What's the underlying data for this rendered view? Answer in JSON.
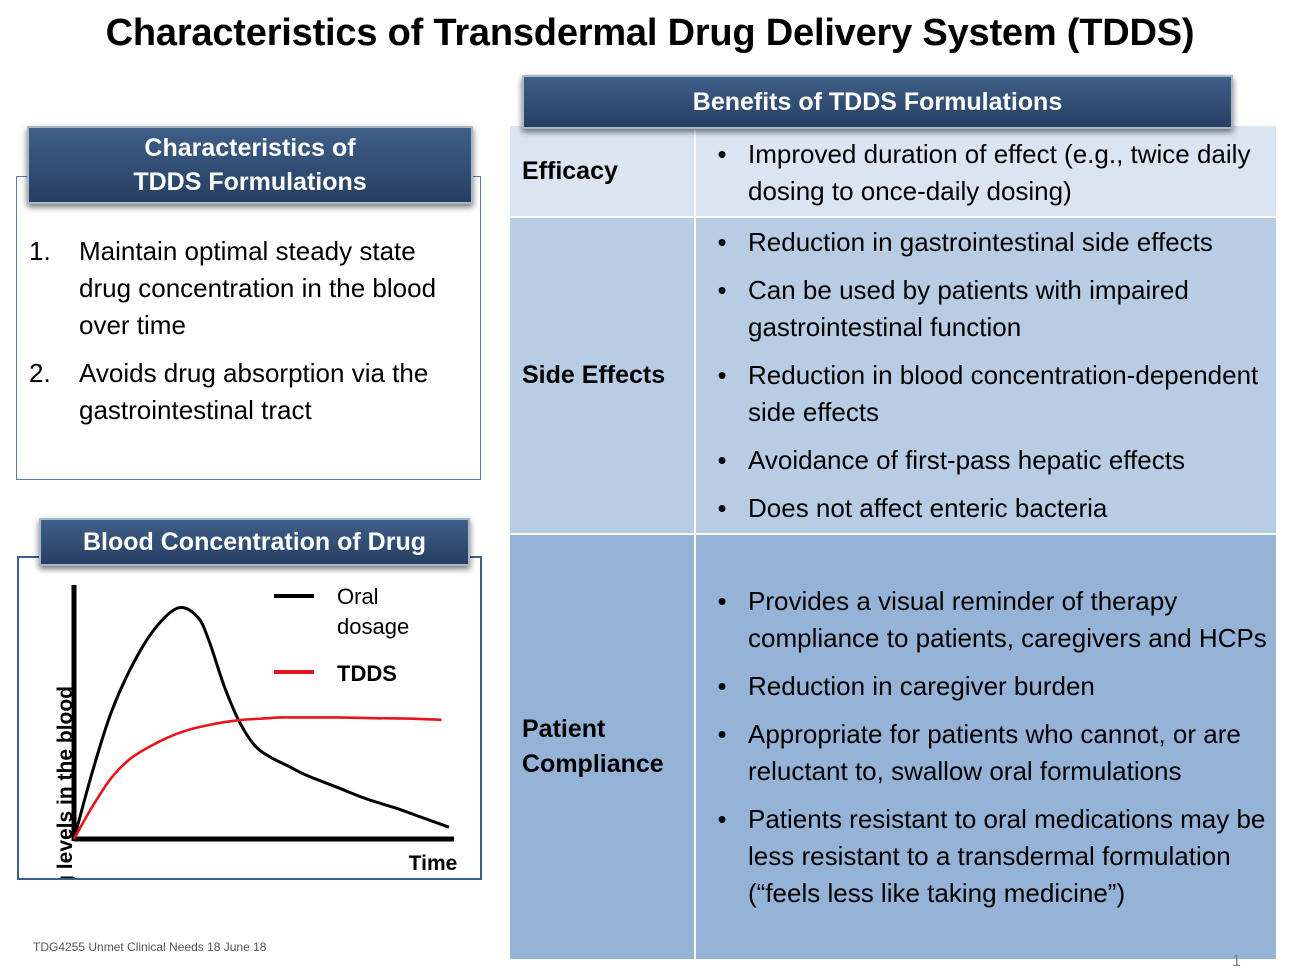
{
  "title": "Characteristics of Transdermal Drug Delivery System (TDDS)",
  "characteristics": {
    "heading_line1": "Characteristics of",
    "heading_line2": "TDDS Formulations",
    "items": [
      {
        "num": "1.",
        "text": "Maintain optimal steady state drug concentration in the blood over time"
      },
      {
        "num": "2.",
        "text": "Avoids drug absorption via the gastrointestinal tract"
      }
    ]
  },
  "chart": {
    "heading": "Blood Concentration of Drug",
    "ylabel": "Drug levels in the blood",
    "xlabel": "Time",
    "legend": [
      {
        "label_line1": "Oral",
        "label_line2": "dosage",
        "color": "#000000"
      },
      {
        "label_line1": "TDDS",
        "label_line2": "",
        "color": "#e8141b"
      }
    ]
  },
  "chart_data": {
    "type": "line",
    "title": "Blood Concentration of Drug",
    "xlabel": "Time",
    "ylabel": "Drug levels in the blood",
    "xlim": [
      0,
      100
    ],
    "ylim": [
      0,
      100
    ],
    "grid": false,
    "legend_position": "top-right",
    "series": [
      {
        "name": "Oral dosage",
        "color": "#000000",
        "x": [
          0,
          5,
          10,
          16,
          22,
          28,
          33,
          36,
          40,
          44,
          48,
          52,
          57,
          62,
          70,
          78,
          86,
          93,
          100
        ],
        "y": [
          0,
          29,
          54,
          75,
          90,
          98,
          94,
          84,
          65,
          50,
          40,
          35,
          31,
          27,
          22,
          17,
          13,
          9,
          5
        ]
      },
      {
        "name": "TDDS",
        "color": "#e8141b",
        "x": [
          0,
          5,
          10,
          15,
          20,
          25,
          30,
          35,
          40,
          45,
          50,
          55,
          60,
          70,
          80,
          90,
          98
        ],
        "y": [
          0,
          14,
          26,
          34,
          39,
          43,
          46,
          48,
          49.5,
          50.5,
          51,
          51.5,
          51.5,
          51.5,
          51.2,
          51,
          50.5
        ]
      }
    ]
  },
  "benefits": {
    "heading": "Benefits of TDDS Formulations",
    "rows": [
      {
        "category": "Efficacy",
        "items": [
          "Improved duration of effect (e.g., twice daily dosing to once-daily dosing)"
        ]
      },
      {
        "category": "Side Effects",
        "items": [
          "Reduction in gastrointestinal side effects",
          "Can be used by patients with impaired gastrointestinal function",
          "Reduction in blood concentration-dependent side effects",
          "Avoidance of first-pass hepatic effects",
          "Does not affect enteric bacteria"
        ]
      },
      {
        "category_line1": "Patient",
        "category_line2": "Compliance",
        "items": [
          "Provides a visual reminder of therapy compliance to patients, caregivers and HCPs",
          "Reduction in caregiver burden",
          "Appropriate for patients who cannot, or are reluctant to, swallow oral formulations",
          "Patients resistant to oral medications may be less resistant to a transdermal formulation (“feels less like taking medicine”)"
        ]
      }
    ]
  },
  "footer": "TDG4255 Unmet Clinical Needs 18 June 18",
  "page_number": "1"
}
